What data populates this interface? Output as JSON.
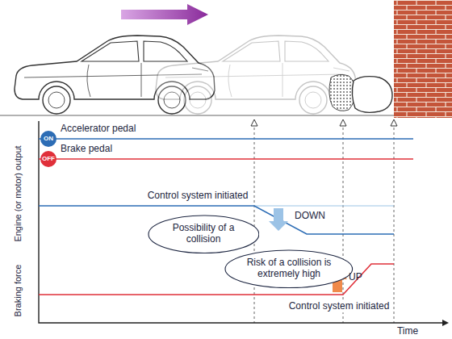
{
  "diagram": {
    "nodes": [
      {
        "text": [
          "ON"
        ]
      },
      {
        "text": [
          "OFF"
        ]
      },
      {
        "text": [
          "Possibility of a collision"
        ]
      },
      {
        "text": [
          "Risk of a collision is extremely high"
        ]
      }
    ],
    "labels": [
      "Accelerator pedal",
      "Brake pedal",
      "Engine (or motor) output",
      "Control system initiated",
      "DOWN",
      "Braking force",
      "UP",
      "Control system initiated",
      "Time"
    ]
  }
}
